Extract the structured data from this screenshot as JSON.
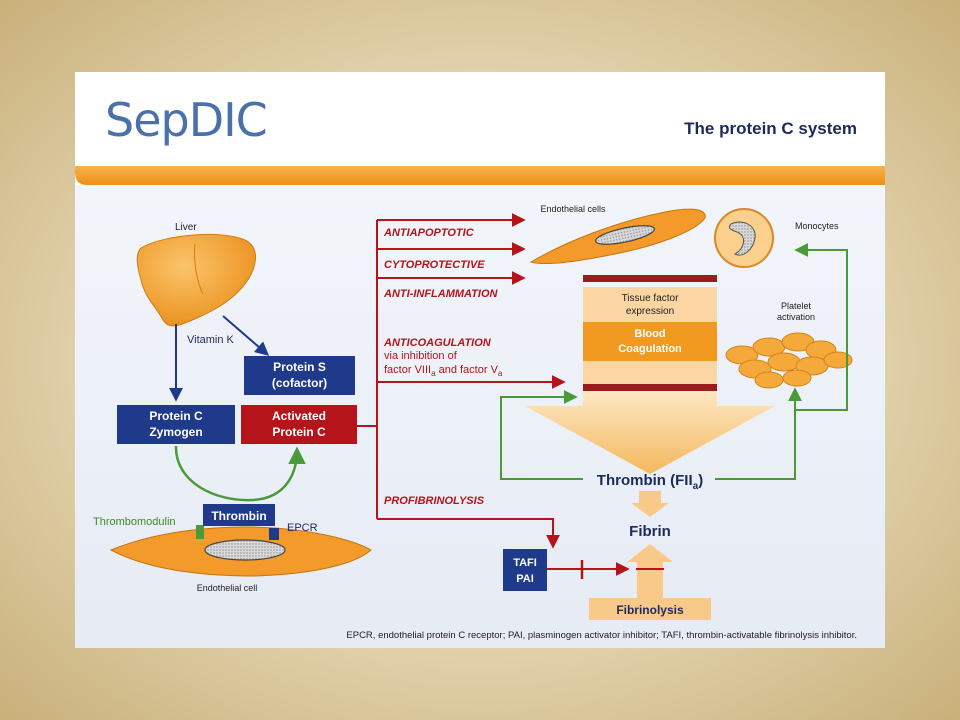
{
  "header": {
    "logo": "SepDIC",
    "title": "The protein C system"
  },
  "labels": {
    "liver": "Liver",
    "vitamin_k": "Vitamin K",
    "protein_s_line1": "Protein S",
    "protein_s_line2": "(cofactor)",
    "protein_c_line1": "Protein C",
    "protein_c_line2": "Zymogen",
    "activated_line1": "Activated",
    "activated_line2": "Protein C",
    "thrombomodulin": "Thrombomodulin",
    "thrombin_box": "Thrombin",
    "epcr": "EPCR",
    "endothelial_cell": "Endothelial cell",
    "antiapoptotic": "ANTIAPOPTOTIC",
    "cytoprotective": "CYTOPROTECTIVE",
    "anti_inflammation": "ANTI-INFLAMMATION",
    "anticoagulation": "ANTICOAGULATION",
    "anticoag_sub1": "via inhibition of",
    "anticoag_sub2_a": "factor VIII",
    "anticoag_sub2_sub": "a",
    "anticoag_sub2_b": " and factor V",
    "anticoag_sub2_sub2": "a",
    "profibrinolysis": "PROFIBRINOLYSIS",
    "endothelial_cells": "Endothelial cells",
    "monocytes": "Monocytes",
    "tissue_factor_line1": "Tissue factor",
    "tissue_factor_line2": "expression",
    "blood_line1": "Blood",
    "blood_line2": "Coagulation",
    "platelet_line1": "Platelet",
    "platelet_line2": "activation",
    "thrombin_main": "Thrombin (FII",
    "thrombin_sub": "a",
    "thrombin_close": ")",
    "fibrin": "Fibrin",
    "tafi": "TAFI",
    "pai": "PAI",
    "fibrinolysis": "Fibrinolysis"
  },
  "footnote": "EPCR, endothelial protein C receptor; PAI, plasminogen activator inhibitor; TAFI, thrombin-activatable fibrinolysis inhibitor.",
  "colors": {
    "navy": "#1f3a8a",
    "red": "#b5141b",
    "dark_red": "#9b1c1c",
    "green": "#4a9a3a",
    "orange": "#f29a1f",
    "peach": "#f7c98c",
    "cream": "#fbe3c0",
    "panel": "#ecf0f7"
  }
}
